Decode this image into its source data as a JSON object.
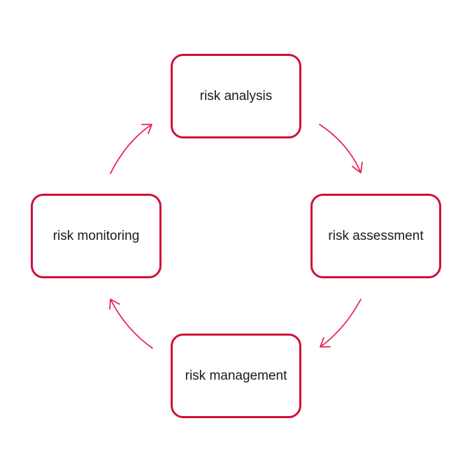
{
  "diagram": {
    "accent_color": "#d0103a",
    "arrow_color": "#e8265a",
    "nodes": [
      {
        "id": "top",
        "label": "risk analysis"
      },
      {
        "id": "right",
        "label": "risk assessment"
      },
      {
        "id": "bottom",
        "label": "risk management"
      },
      {
        "id": "left",
        "label": "risk monitoring"
      }
    ],
    "edges": [
      {
        "from": "risk analysis",
        "to": "risk assessment"
      },
      {
        "from": "risk assessment",
        "to": "risk management"
      },
      {
        "from": "risk management",
        "to": "risk monitoring"
      },
      {
        "from": "risk monitoring",
        "to": "risk analysis"
      }
    ]
  }
}
